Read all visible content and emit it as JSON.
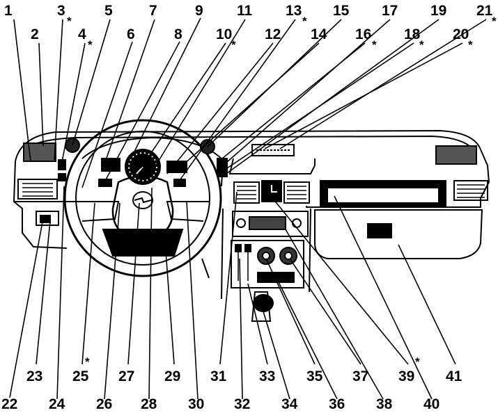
{
  "callouts": [
    {
      "n": "1",
      "star": false
    },
    {
      "n": "2",
      "star": false
    },
    {
      "n": "3",
      "star": true
    },
    {
      "n": "4",
      "star": true
    },
    {
      "n": "5",
      "star": false
    },
    {
      "n": "6",
      "star": false
    },
    {
      "n": "7",
      "star": false
    },
    {
      "n": "8",
      "star": false
    },
    {
      "n": "9",
      "star": false
    },
    {
      "n": "10",
      "star": true
    },
    {
      "n": "11",
      "star": false
    },
    {
      "n": "12",
      "star": false
    },
    {
      "n": "13",
      "star": true
    },
    {
      "n": "14",
      "star": false
    },
    {
      "n": "15",
      "star": false
    },
    {
      "n": "16",
      "star": true
    },
    {
      "n": "17",
      "star": false
    },
    {
      "n": "18",
      "star": true
    },
    {
      "n": "19",
      "star": false
    },
    {
      "n": "20",
      "star": true
    },
    {
      "n": "21",
      "star": true
    },
    {
      "n": "22",
      "star": false
    },
    {
      "n": "23",
      "star": false
    },
    {
      "n": "24",
      "star": false
    },
    {
      "n": "25",
      "star": true
    },
    {
      "n": "26",
      "star": false
    },
    {
      "n": "27",
      "star": false
    },
    {
      "n": "28",
      "star": false
    },
    {
      "n": "29",
      "star": false
    },
    {
      "n": "30",
      "star": false
    },
    {
      "n": "31",
      "star": false
    },
    {
      "n": "32",
      "star": false
    },
    {
      "n": "33",
      "star": false
    },
    {
      "n": "34",
      "star": false
    },
    {
      "n": "35",
      "star": false
    },
    {
      "n": "36",
      "star": false
    },
    {
      "n": "37",
      "star": false
    },
    {
      "n": "38",
      "star": false
    },
    {
      "n": "39",
      "star": true
    },
    {
      "n": "40",
      "star": false
    },
    {
      "n": "41",
      "star": false
    }
  ],
  "star_symbol": "*"
}
